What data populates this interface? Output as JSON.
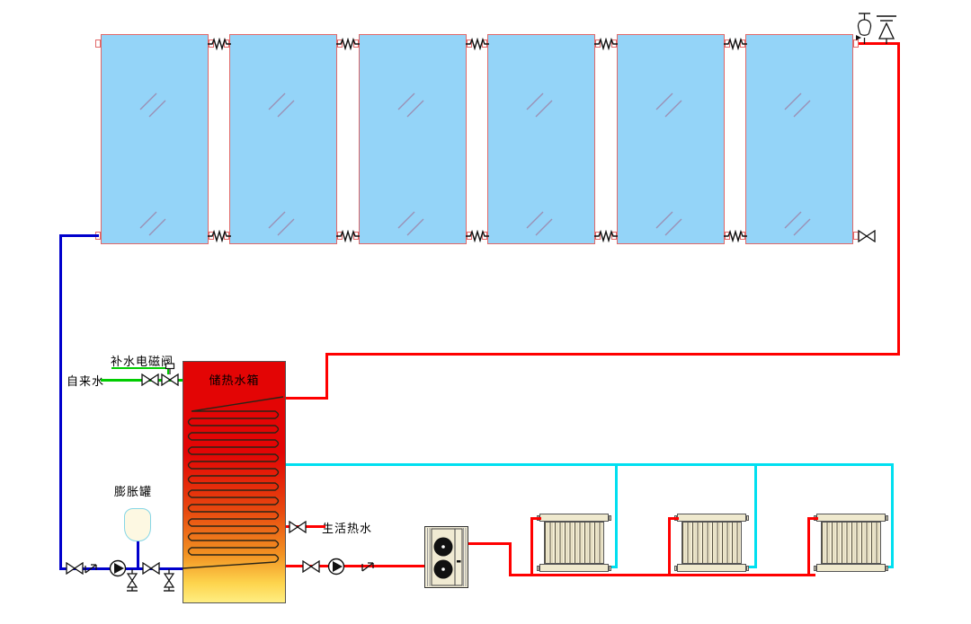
{
  "diagram": {
    "type": "solar-thermal-heat-pump-heating-system-schematic",
    "labels": {
      "makeup_solenoid_valve": "补水电磁阀",
      "tap_water": "自来水",
      "storage_tank": "储热水箱",
      "expansion_tank": "膨胀罐",
      "domestic_hot_water": "生活热水"
    },
    "components": {
      "solar_collectors": 6,
      "radiators": 3,
      "heat_pump_fans": 2,
      "storage_tank": 1,
      "expansion_tank": 1
    },
    "colors": {
      "hot_pipe": "#ff0000",
      "cold_pipe": "#0000cc",
      "return_pipe": "#00dff0",
      "makeup_pipe": "#00cc00",
      "collector_fill": "#94d4f8",
      "collector_border": "#e06868",
      "collector_shine": "#9b90b5",
      "tank_top": "#e30505",
      "tank_bottom": "#ffee82",
      "coil": "#2a2517",
      "radiator_fill": "#efe9ce",
      "expansion_fill": "#fdf8e2",
      "expansion_border": "#86d6e6",
      "heat_pump_fill": "#f3eed8",
      "symbol_stroke": "#111111"
    }
  }
}
